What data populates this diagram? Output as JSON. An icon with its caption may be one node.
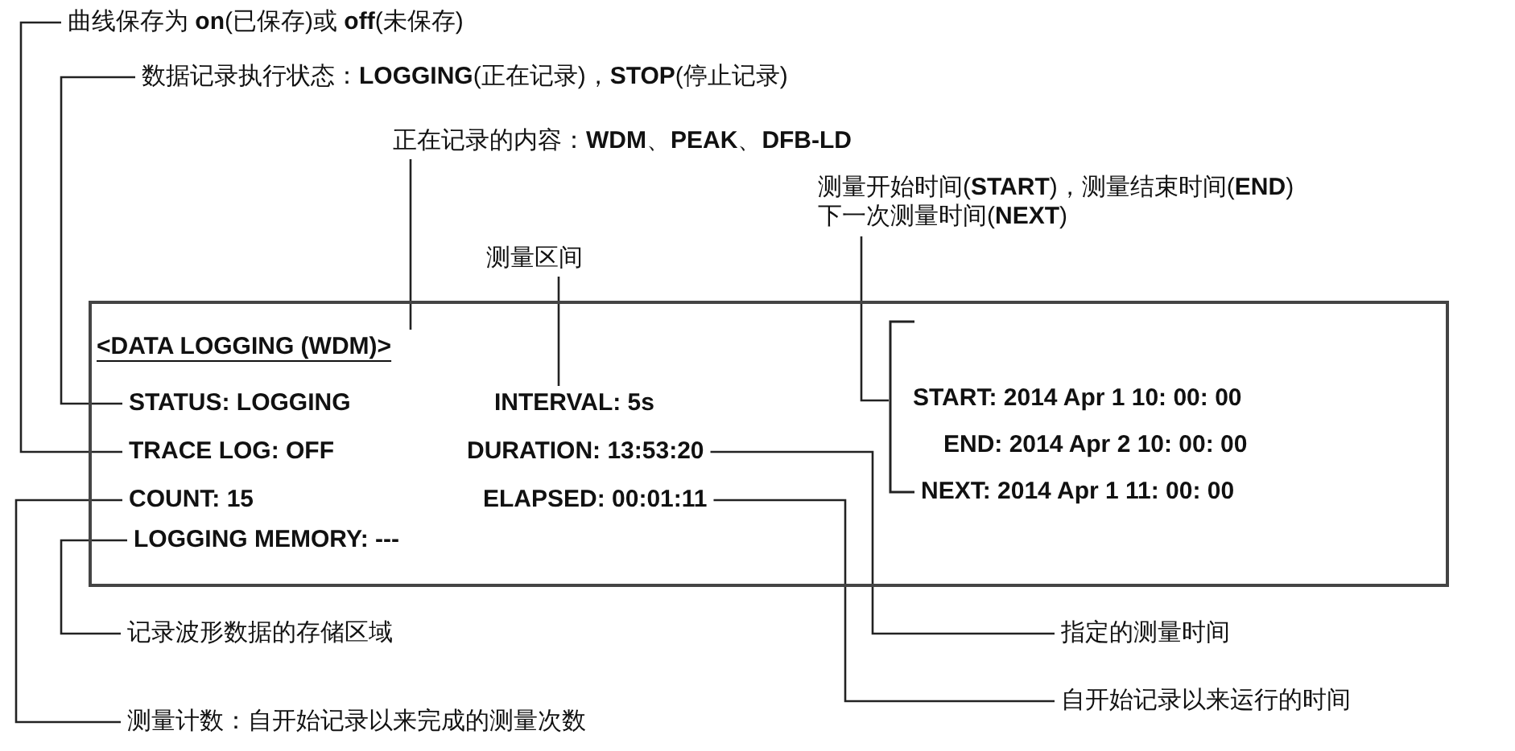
{
  "diagram": {
    "nodes": [
      {
        "text": [
          "曲线保存为 **on**(已保存)或 **off**(未保存)"
        ]
      },
      {
        "text": [
          "数据记录执行状态：**LOGGING**(正在记录)，**STOP**(停止记录)"
        ]
      },
      {
        "text": [
          "正在记录的内容：**WDM**、**PEAK**、**DFB-LD**"
        ]
      },
      {
        "text": [
          "测量开始时间(**START**)，测量结束时间(**END**)下一次测量时间(**NEXT**)"
        ]
      },
      {
        "text": [
          "测量区间"
        ]
      },
      {
        "text": [],
        "shape": "box"
      },
      {
        "text": [
          "<DATA LOGGING (WDM)>"
        ],
        "in": 5
      },
      {
        "text": [
          "STATUS: LOGGING"
        ],
        "in": 5
      },
      {
        "text": [
          "INTERVAL: 5s"
        ],
        "in": 5
      },
      {
        "text": [
          "TRACE LOG: OFF"
        ],
        "in": 5
      },
      {
        "text": [
          "DURATION: 13:53:20"
        ],
        "in": 5
      },
      {
        "text": [
          "COUNT: 15"
        ],
        "in": 5
      },
      {
        "text": [
          "ELAPSED: 00:01:11"
        ],
        "in": 5
      },
      {
        "text": [
          "LOGGING MEMORY: ---"
        ],
        "in": 5
      },
      {
        "text": [],
        "shape": "bracket",
        "in": 5
      },
      {
        "text": [
          "START: 2014 Apr 1 10: 00: 00"
        ],
        "in": 5
      },
      {
        "text": [
          "END: 2014 Apr 2 10: 00: 00"
        ],
        "in": 5
      },
      {
        "text": [
          "NEXT: 2014 Apr 1 11: 00: 00"
        ],
        "in": 5
      },
      {
        "text": [
          "记录波形数据的存储区域"
        ]
      },
      {
        "text": [
          "指定的测量时间"
        ]
      },
      {
        "text": [
          "测量计数：自开始记录以来完成的测量次数"
        ]
      },
      {
        "text": [
          "自开始记录以来运行的时间"
        ]
      }
    ],
    "edges": [
      {
        "from": 0,
        "to": 9,
        "arrow": "none"
      },
      {
        "from": 1,
        "to": 7,
        "arrow": "none"
      },
      {
        "from": 2,
        "to": 6,
        "arrow": "none"
      },
      {
        "from": 4,
        "to": 8,
        "arrow": "none"
      },
      {
        "from": 3,
        "to": 14,
        "arrow": "none"
      },
      {
        "from": 10,
        "to": 19,
        "arrow": "none"
      },
      {
        "from": 12,
        "to": 21,
        "arrow": "none"
      },
      {
        "from": 13,
        "to": 18,
        "arrow": "none"
      },
      {
        "from": 11,
        "to": 20,
        "arrow": "none"
      }
    ]
  }
}
